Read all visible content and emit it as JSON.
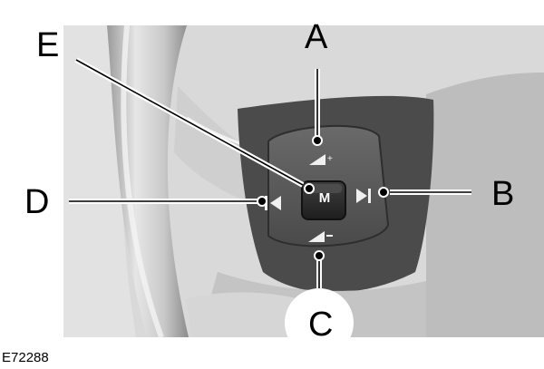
{
  "figure": {
    "id_text": "E72288"
  },
  "callouts": {
    "a": "A",
    "b": "B",
    "c": "C",
    "d": "D",
    "e": "E"
  },
  "controls": {
    "mode_label": "M",
    "volume_up_icon": "volume-up-icon",
    "volume_down_icon": "volume-down-icon",
    "seek_forward_icon": "seek-forward-icon",
    "seek_back_icon": "seek-back-icon"
  }
}
